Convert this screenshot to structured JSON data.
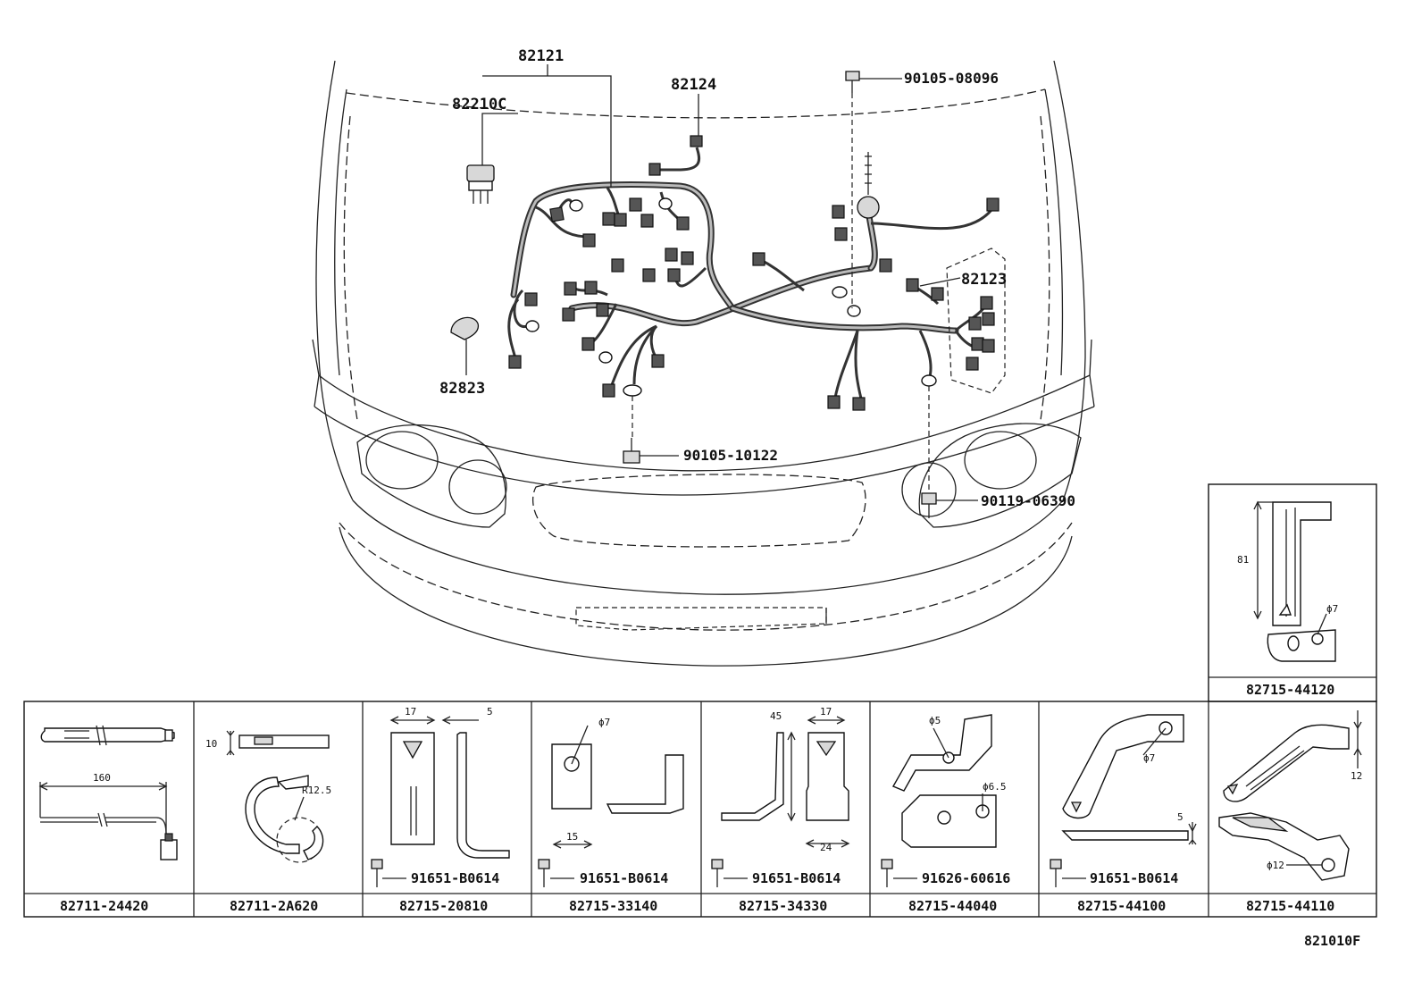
{
  "diagram_code": "821010F",
  "callouts": {
    "harness": "82121",
    "relay": "82210C",
    "sub_harness": "82124",
    "bolt_top": "90105-08096",
    "protector": "82123",
    "grommet": "82823",
    "bolt_center": "90105-10122",
    "bolt_right": "90119-06390"
  },
  "detail_panels": [
    {
      "part_no": "82711-24420",
      "dims": [
        "160"
      ],
      "fastener": ""
    },
    {
      "part_no": "82711-2A620",
      "dims": [
        "10",
        "R12.5"
      ],
      "fastener": ""
    },
    {
      "part_no": "82715-20810",
      "dims": [
        "17",
        "5"
      ],
      "fastener": "91651-B0614"
    },
    {
      "part_no": "82715-33140",
      "dims": [
        "ϕ7",
        "15"
      ],
      "fastener": "91651-B0614"
    },
    {
      "part_no": "82715-34330",
      "dims": [
        "45",
        "17",
        "24"
      ],
      "fastener": "91651-B0614"
    },
    {
      "part_no": "82715-44040",
      "dims": [
        "ϕ5",
        "ϕ6.5"
      ],
      "fastener": "91626-60616"
    },
    {
      "part_no": "82715-44100",
      "dims": [
        "ϕ7",
        "5"
      ],
      "fastener": "91651-B0614"
    },
    {
      "part_no": "82715-44110",
      "dims": [
        "12",
        "ϕ12"
      ],
      "fastener": ""
    }
  ],
  "upper_panel": {
    "part_no": "82715-44120",
    "dims": [
      "81",
      "ϕ7"
    ]
  }
}
